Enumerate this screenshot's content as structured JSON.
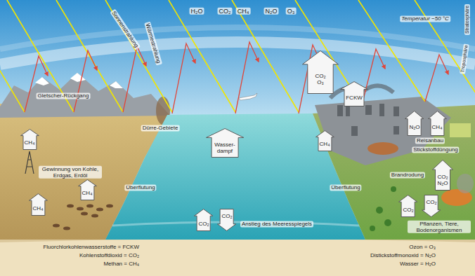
{
  "diagram": {
    "nodes": [
      {
        "text": [
          "Wasser- dampf"
        ]
      },
      {
        "text": [
          "CH₄"
        ]
      },
      {
        "text": [
          "CH₄"
        ]
      },
      {
        "text": [
          "CH₄"
        ]
      },
      {
        "text": [
          "CO₂",
          "O₃"
        ]
      },
      {
        "text": [
          "FCKW"
        ]
      },
      {
        "text": [
          "CH₄"
        ]
      },
      {
        "text": [
          "N₂O"
        ]
      },
      {
        "text": [
          "CH₄"
        ]
      },
      {
        "text": [
          "CO₂",
          "N₂O"
        ]
      },
      {
        "text": [
          "CO₂"
        ]
      },
      {
        "text": [
          "CO₂"
        ]
      },
      {
        "text": [
          "CO₂"
        ]
      },
      {
        "text": [
          "CO₂"
        ]
      }
    ],
    "labels": [
      "Sonnenstrahlung",
      "Wärmestrahlung",
      "H₂O",
      "CO₂",
      "CH₄",
      "N₂O",
      "O₃",
      "Temperatur −50 °C",
      "Stratosphäre",
      "Troposphäre",
      "Gletscher-Rückgang",
      "Dürre-Gebiete",
      "Gewinnung von Kohle, Erdgas, Erdöl",
      "Überflutung",
      "Überflutung",
      "Anstieg des Meeresspiegels",
      "Reisanbau",
      "Stickstoffdüngung",
      "Brandrodung",
      "Pflanzen, Tiere, Bodenorganismen",
      "Fluorchlorkohlenwasserstoffe = FCKW",
      "Kohlenstoffdioxid = CO₂",
      "Methan = CH₄",
      "Ozon = O₃",
      "Distickstoffmonoxid = N₂O",
      "Wasser = H₂O"
    ]
  }
}
